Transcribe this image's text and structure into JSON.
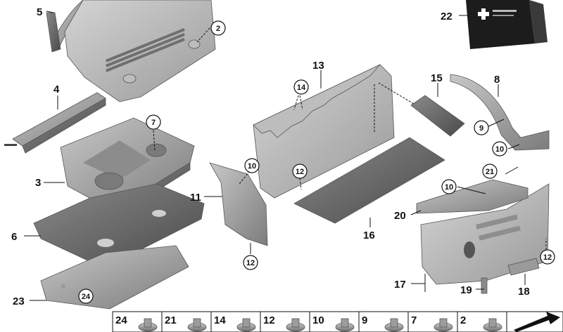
{
  "callouts": [
    {
      "id": "label-5",
      "text": "5"
    },
    {
      "id": "label-2",
      "text": "2"
    },
    {
      "id": "label-22",
      "text": "22"
    },
    {
      "id": "label-4",
      "text": "4"
    },
    {
      "id": "label-7",
      "text": "7"
    },
    {
      "id": "label-3",
      "text": "3"
    },
    {
      "id": "label-6",
      "text": "6"
    },
    {
      "id": "label-23",
      "text": "23"
    },
    {
      "id": "label-24",
      "text": "24"
    },
    {
      "id": "label-13",
      "text": "13"
    },
    {
      "id": "label-14",
      "text": "14"
    },
    {
      "id": "label-10a",
      "text": "10"
    },
    {
      "id": "label-11",
      "text": "11"
    },
    {
      "id": "label-12a",
      "text": "12"
    },
    {
      "id": "label-12b",
      "text": "12"
    },
    {
      "id": "label-16",
      "text": "16"
    },
    {
      "id": "label-15",
      "text": "15"
    },
    {
      "id": "label-8",
      "text": "8"
    },
    {
      "id": "label-9",
      "text": "9"
    },
    {
      "id": "label-10b",
      "text": "10"
    },
    {
      "id": "label-21",
      "text": "21"
    },
    {
      "id": "label-10c",
      "text": "10"
    },
    {
      "id": "label-20",
      "text": "20"
    },
    {
      "id": "label-12c",
      "text": "12"
    },
    {
      "id": "label-17",
      "text": "17"
    },
    {
      "id": "label-19",
      "text": "19"
    },
    {
      "id": "label-18",
      "text": "18"
    }
  ],
  "legend": [
    "24",
    "21",
    "14",
    "12",
    "10",
    "9",
    "7",
    "2"
  ]
}
